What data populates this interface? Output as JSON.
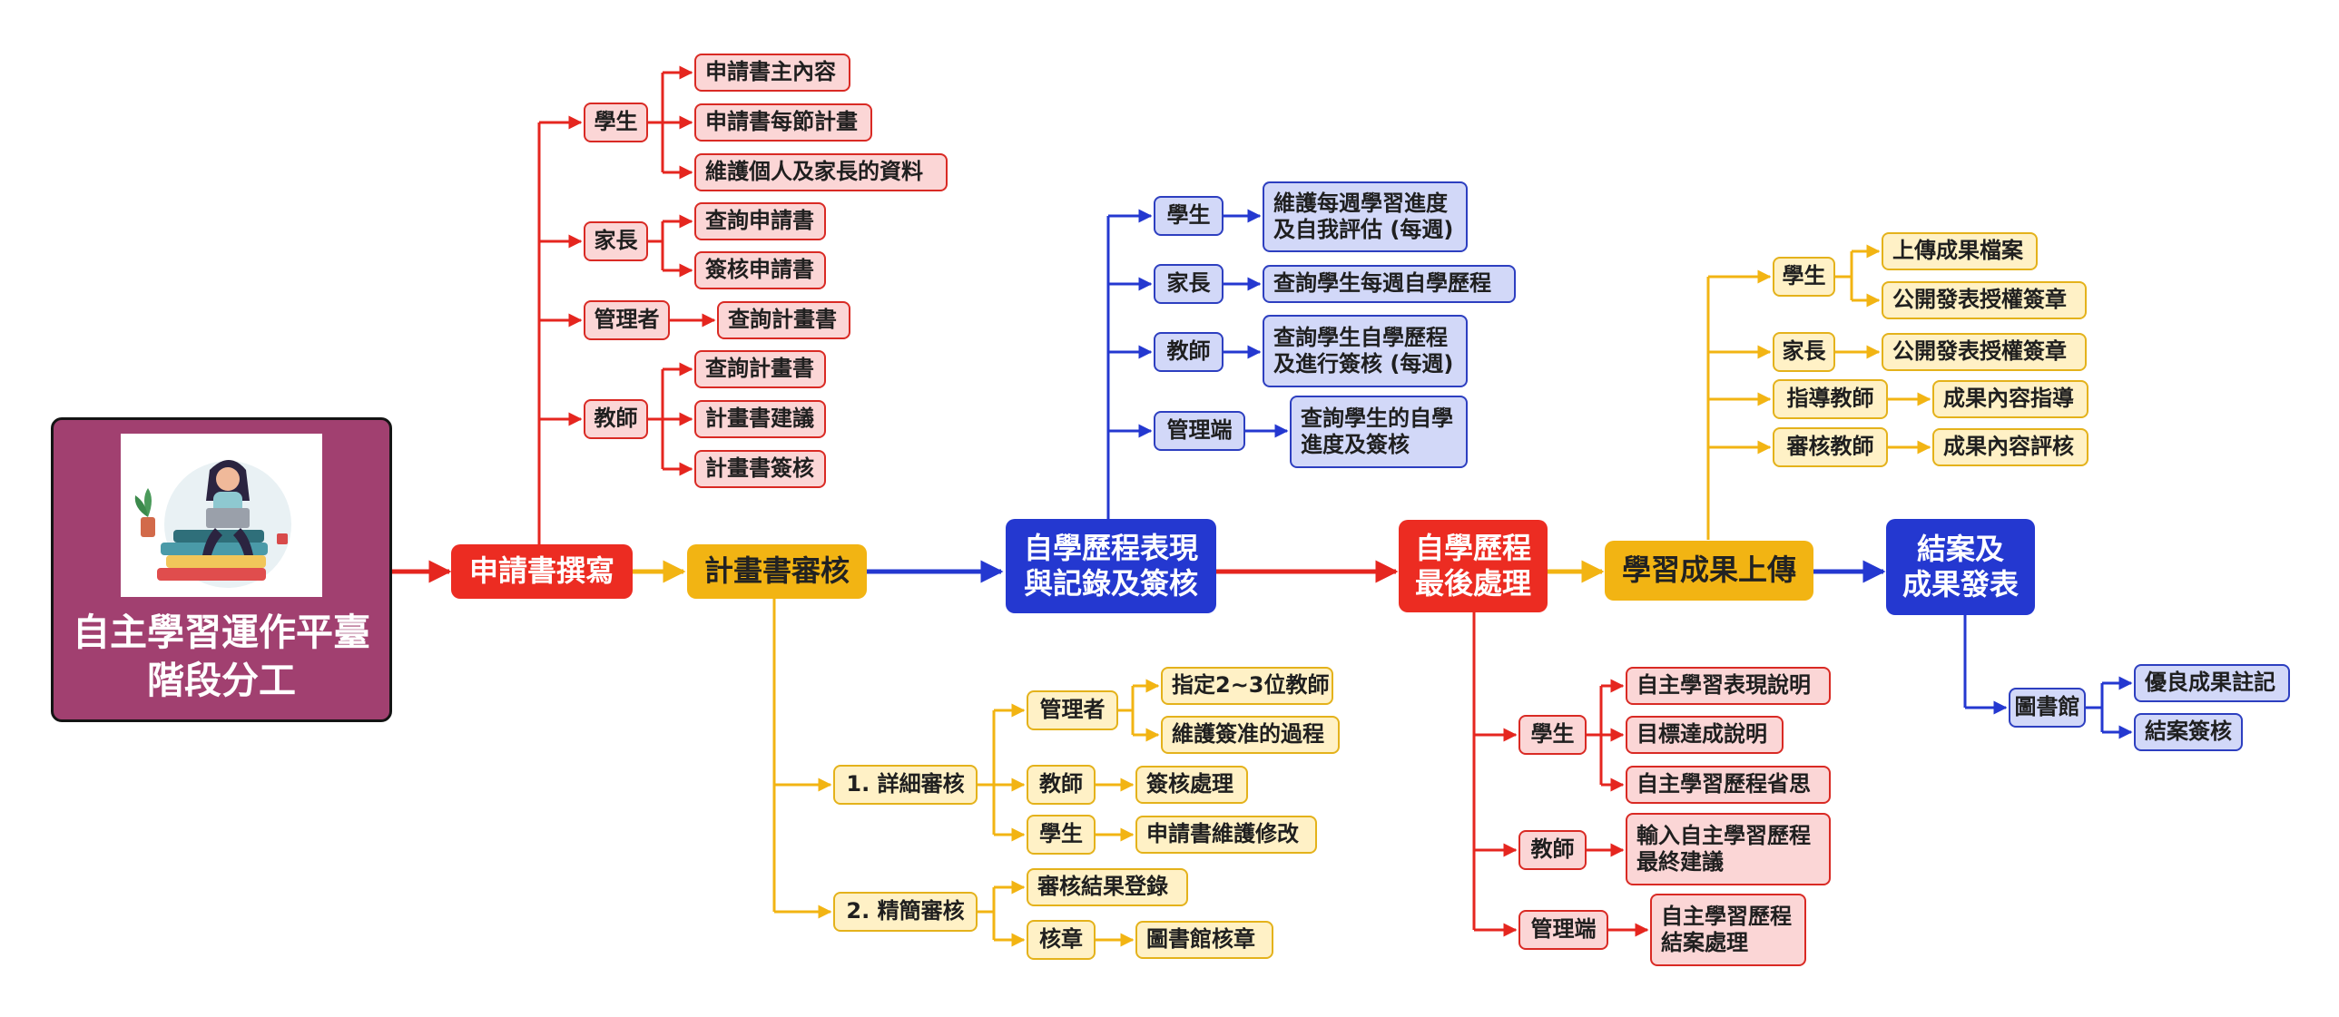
{
  "title": {
    "line1": "自主學習運作平臺",
    "line2": "階段分工"
  },
  "phases": {
    "p1": "申請書撰寫",
    "p2": "計畫書審核",
    "p3": "自學歷程表現\n與記錄及簽核",
    "p4": "自學歷程\n最後處理",
    "p5": "學習成果上傳",
    "p6": "結案及\n成果發表"
  },
  "p1": {
    "student": "學生",
    "student_items": [
      "申請書主內容",
      "申請書每節計畫",
      "維護個人及家長的資料"
    ],
    "parent": "家長",
    "parent_items": [
      "查詢申請書",
      "簽核申請書"
    ],
    "admin": "管理者",
    "admin_items": [
      "查詢計畫書"
    ],
    "teacher": "教師",
    "teacher_items": [
      "查詢計畫書",
      "計畫書建議",
      "計畫書簽核"
    ]
  },
  "p2": {
    "detailed": "1. 詳細審核",
    "admin": "管理者",
    "admin_items": [
      "指定2~3位教師",
      "維護簽准的過程"
    ],
    "teacher": "教師",
    "teacher_items": [
      "簽核處理"
    ],
    "student": "學生",
    "student_items": [
      "申請書維護修改"
    ],
    "simple": "2. 精簡審核",
    "simple_items": [
      "審核結果登錄"
    ],
    "seal": "核章",
    "seal_items": [
      "圖書館核章"
    ]
  },
  "p3": {
    "student": "學生",
    "student_items": [
      "維護每週學習進度\n及自我評估 (每週)"
    ],
    "parent": "家長",
    "parent_items": [
      "查詢學生每週自學歷程"
    ],
    "teacher": "教師",
    "teacher_items": [
      "查詢學生自學歷程\n及進行簽核 (每週)"
    ],
    "admin": "管理端",
    "admin_items": [
      "查詢學生的自學\n進度及簽核"
    ]
  },
  "p4": {
    "student": "學生",
    "student_items": [
      "自主學習表現說明",
      "目標達成說明",
      "自主學習歷程省思"
    ],
    "teacher": "教師",
    "teacher_items": [
      "輸入自主學習歷程\n最終建議"
    ],
    "admin": "管理端",
    "admin_items": [
      "自主學習歷程\n結案處理"
    ]
  },
  "p5": {
    "student": "學生",
    "student_items": [
      "上傳成果檔案",
      "公開發表授權簽章"
    ],
    "parent": "家長",
    "parent_items": [
      "公開發表授權簽章"
    ],
    "mentor": "指導教師",
    "mentor_items": [
      "成果內容指導"
    ],
    "reviewer": "審核教師",
    "reviewer_items": [
      "成果內容評核"
    ]
  },
  "p6": {
    "library": "圖書館",
    "library_items": [
      "優良成果註記",
      "結案簽核"
    ]
  },
  "colors": {
    "red": "#e5261f",
    "yellow": "#f2b413",
    "blue": "#2438d0",
    "purple": "#a14070"
  }
}
